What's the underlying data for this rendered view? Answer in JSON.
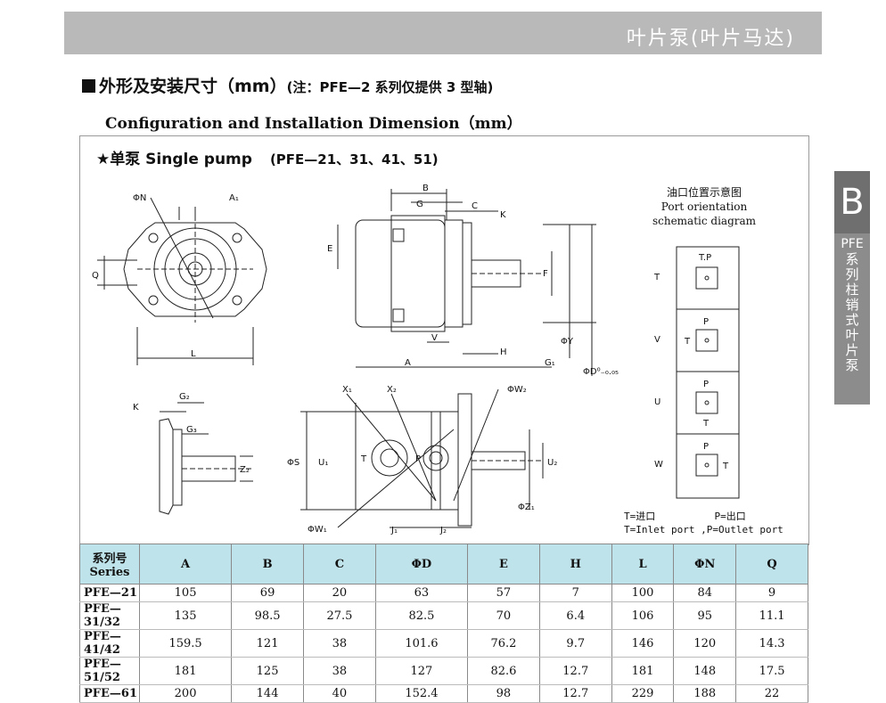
{
  "header": {
    "title": "叶片泵(叶片马达)"
  },
  "side_tab": {
    "letter": "B",
    "code": "PFE",
    "text": "系列柱销式叶片泵"
  },
  "heading": {
    "cn": "外形及安装尺寸（mm）",
    "note": "(注：PFE—2 系列仅提供 3 型轴)",
    "en": "Configuration and Installation Dimension（mm）"
  },
  "pump": {
    "title": "★单泵 Single pump",
    "series": "(PFE—21、31、41、51)"
  },
  "drawing_labels": {
    "phiN": "ΦN",
    "A1": "A₁",
    "Q": "Q",
    "L": "L",
    "B": "B",
    "G": "G",
    "C": "C",
    "K": "K",
    "E": "E",
    "F": "F",
    "V": "V",
    "H": "H",
    "A": "A",
    "G1": "G₁",
    "phiY": "ΦY",
    "phiD": "ΦD⁰₋₀.₀₅",
    "G2": "G₂",
    "G3": "G₃",
    "Z2": "Z₂",
    "X1": "X₁",
    "X2": "X₂",
    "phiW2": "ΦW₂",
    "phiS": "ΦS",
    "U1": "U₁",
    "T": "T",
    "P": "P",
    "U2": "U₂",
    "phiZ1": "ΦZ₁",
    "phiW1": "ΦW₁",
    "J1": "J₁",
    "J2": "J₂"
  },
  "port_orientation": {
    "title_cn": "油口位置示意图",
    "title_en": "Port orientation schematic diagram",
    "rows": [
      {
        "label": "T",
        "top": "T.P",
        "left": "",
        "bottom": "",
        "right": ""
      },
      {
        "label": "V",
        "top": "P",
        "left": "T",
        "bottom": "",
        "right": ""
      },
      {
        "label": "U",
        "top": "P",
        "left": "",
        "bottom": "T",
        "right": ""
      },
      {
        "label": "W",
        "top": "P",
        "left": "",
        "bottom": "",
        "right": "T"
      }
    ]
  },
  "legend": {
    "line1a": "T=进口",
    "line1b": "P=出口",
    "line2": "T=Inlet port ,P=Outlet port"
  },
  "table": {
    "header_series_cn": "系列号",
    "header_series_en": "Series",
    "columns": [
      "A",
      "B",
      "C",
      "ΦD",
      "E",
      "H",
      "L",
      "ΦN",
      "Q"
    ],
    "rows": [
      {
        "series": "PFE—21",
        "values": [
          "105",
          "69",
          "20",
          "63",
          "57",
          "7",
          "100",
          "84",
          "9"
        ]
      },
      {
        "series": "PFE—31/32",
        "values": [
          "135",
          "98.5",
          "27.5",
          "82.5",
          "70",
          "6.4",
          "106",
          "95",
          "11.1"
        ]
      },
      {
        "series": "PFE—41/42",
        "values": [
          "159.5",
          "121",
          "38",
          "101.6",
          "76.2",
          "9.7",
          "146",
          "120",
          "14.3"
        ]
      },
      {
        "series": "PFE—51/52",
        "values": [
          "181",
          "125",
          "38",
          "127",
          "82.6",
          "12.7",
          "181",
          "148",
          "17.5"
        ]
      },
      {
        "series": "PFE—61",
        "values": [
          "200",
          "144",
          "40",
          "152.4",
          "98",
          "12.7",
          "229",
          "188",
          "22"
        ]
      }
    ]
  }
}
